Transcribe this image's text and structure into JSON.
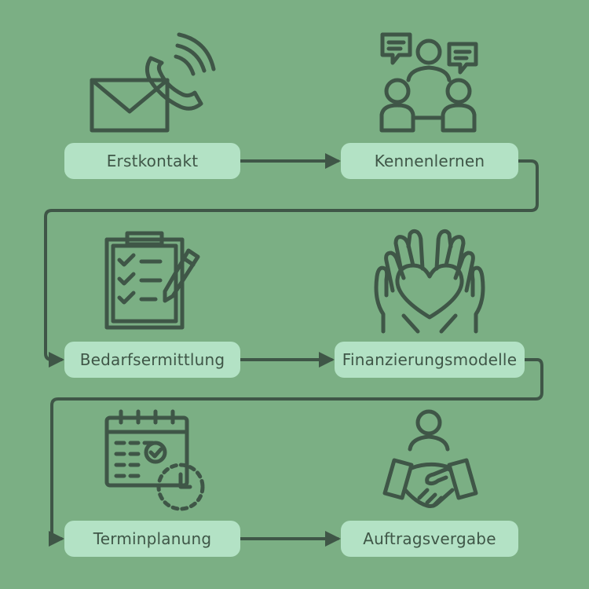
{
  "colors": {
    "background": "#7baf84",
    "label_fill": "#b3e2c5",
    "label_text": "#3f5647",
    "line": "#3f5647"
  },
  "steps": [
    {
      "label": "Erstkontakt",
      "icon": "mail-phone-icon"
    },
    {
      "label": "Kennenlernen",
      "icon": "people-chat-icon"
    },
    {
      "label": "Bedarfsermittlung",
      "icon": "clipboard-checklist-icon"
    },
    {
      "label": "Finanzierungsmodelle",
      "icon": "hands-heart-icon"
    },
    {
      "label": "Terminplanung",
      "icon": "calendar-clock-icon"
    },
    {
      "label": "Auftragsvergabe",
      "icon": "handshake-icon"
    }
  ]
}
